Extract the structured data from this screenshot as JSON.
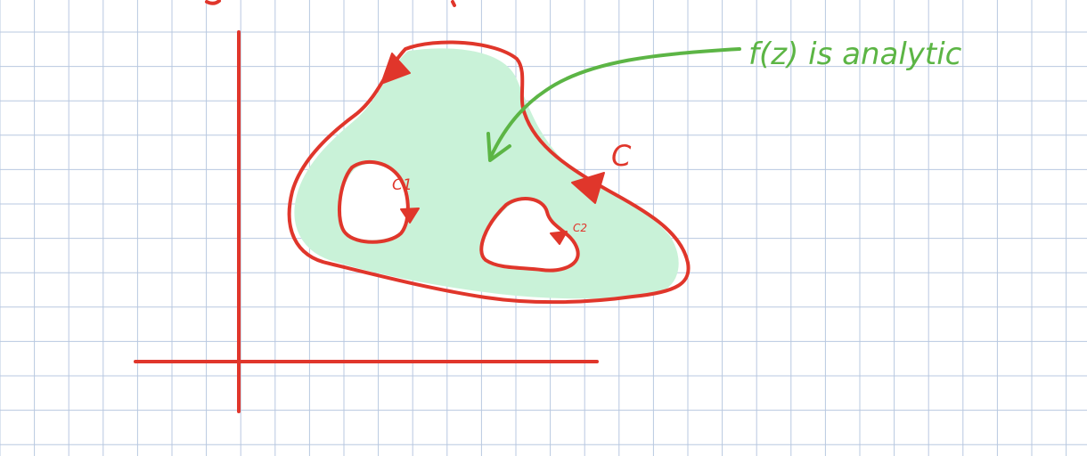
{
  "colors": {
    "grid": "#b8c8e0",
    "ink_red": "#e0362b",
    "ink_green": "#5cb545",
    "region_fill": "#c9f2d8"
  },
  "annotations": {
    "analytic_label": "f(z)  is analytic",
    "outer_contour_label": "C",
    "inner_contour_1_label": "C1",
    "inner_contour_2_label": "C2"
  }
}
